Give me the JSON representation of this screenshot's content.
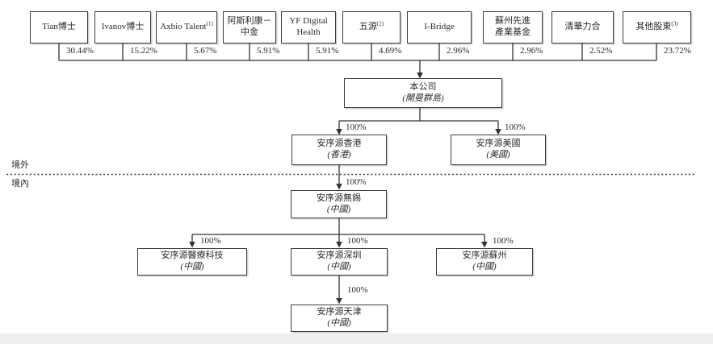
{
  "diagram": {
    "regions": {
      "offshore": "境外",
      "onshore": "境內"
    },
    "shareholders": [
      {
        "name": "Tian博士",
        "pct": "30.44%"
      },
      {
        "name": "Ivanov博士",
        "pct": "15.22%"
      },
      {
        "name": "Axbio Talent",
        "sup": "(1)",
        "pct": "5.67%"
      },
      {
        "name": "阿斯利康－\n中金",
        "pct": "5.91%"
      },
      {
        "name": "YF Digital\nHealth",
        "pct": "5.91%"
      },
      {
        "name": "五源",
        "sup": "(2)",
        "pct": "4.69%"
      },
      {
        "name": "I-Bridge",
        "pct": "2.96%"
      },
      {
        "name": "蘇州先進\n產業基金",
        "pct": "2.96%"
      },
      {
        "name": "清華力合",
        "pct": "2.52%"
      },
      {
        "name": "其他股東",
        "sup": "(3)",
        "pct": "23.72%"
      }
    ],
    "company": {
      "name": "本公司",
      "jurisdiction": "(開曼群島)"
    },
    "subsidiaries": {
      "hongkong": {
        "name": "安序源香港",
        "jurisdiction": "(香港)",
        "ownership": "100%"
      },
      "usa": {
        "name": "安序源美國",
        "jurisdiction": "(美國)",
        "ownership": "100%"
      },
      "wuxi": {
        "name": "安序源無錫",
        "jurisdiction": "(中國)",
        "ownership": "100%"
      },
      "medtech": {
        "name": "安序源醫療科技",
        "jurisdiction": "(中國)",
        "ownership": "100%"
      },
      "shenzhen": {
        "name": "安序源深圳",
        "jurisdiction": "(中國)",
        "ownership": "100%"
      },
      "suzhou": {
        "name": "安序源蘇州",
        "jurisdiction": "(中國)",
        "ownership": "100%"
      },
      "tianjin": {
        "name": "安序源天津",
        "jurisdiction": "(中國)",
        "ownership": "100%"
      }
    }
  }
}
